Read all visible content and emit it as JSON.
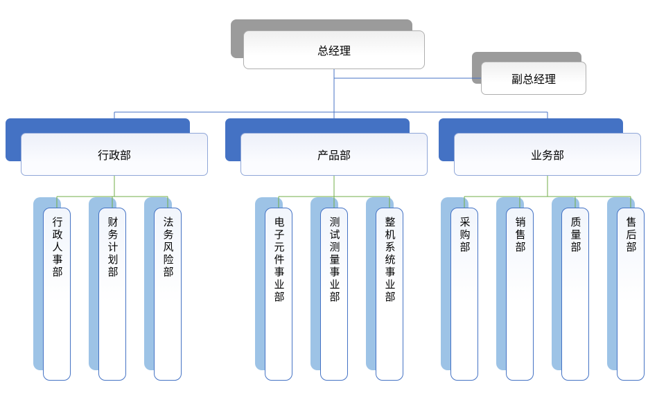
{
  "org": {
    "root": {
      "label": "总经理"
    },
    "assistant": {
      "label": "副总经理"
    },
    "departments": [
      {
        "label": "行政部",
        "children": [
          {
            "label": "行政人事部"
          },
          {
            "label": "财务计划部"
          },
          {
            "label": "法务风险部"
          }
        ]
      },
      {
        "label": "产品部",
        "children": [
          {
            "label": "电子元件事业部"
          },
          {
            "label": "测试测量事业部"
          },
          {
            "label": "整机系统事业部"
          }
        ]
      },
      {
        "label": "业务部",
        "children": [
          {
            "label": "采购部"
          },
          {
            "label": "销售部"
          },
          {
            "label": "质量部"
          },
          {
            "label": "售后部"
          }
        ]
      }
    ]
  },
  "colors": {
    "connector_blue": "#4472c4",
    "connector_green": "#70ad47",
    "dept_back_blue": "#4472c4",
    "child_back_lightblue": "#9dc3e6",
    "shadow_gray": "#9b9b9b"
  }
}
